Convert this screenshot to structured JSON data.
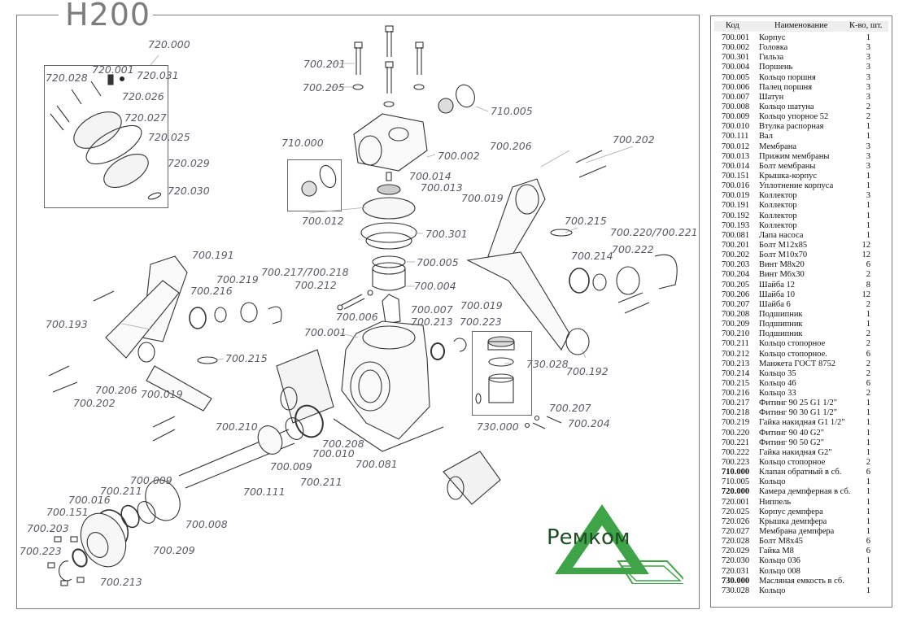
{
  "title": "H200",
  "logo": {
    "text": "Ремком",
    "color": "#3fa348",
    "text_color": "#1f4d25"
  },
  "colors": {
    "frame": "#7a7a7a",
    "label": "#5a5a66",
    "title": "#7d7d7d"
  },
  "table": {
    "headers": {
      "code": "Код",
      "name": "Наименование",
      "qty": "К-во, шт."
    },
    "rows": [
      {
        "code": "700.001",
        "name": "Корпус",
        "qty": "1",
        "bold": false
      },
      {
        "code": "700.002",
        "name": "Головка",
        "qty": "3",
        "bold": false
      },
      {
        "code": "700.301",
        "name": "Гильза",
        "qty": "3",
        "bold": false
      },
      {
        "code": "700.004",
        "name": "Поршень",
        "qty": "3",
        "bold": false
      },
      {
        "code": "700.005",
        "name": "Кольцо поршня",
        "qty": "3",
        "bold": false
      },
      {
        "code": "700.006",
        "name": "Палец поршня",
        "qty": "3",
        "bold": false
      },
      {
        "code": "700.007",
        "name": "Шатун",
        "qty": "3",
        "bold": false
      },
      {
        "code": "700.008",
        "name": "Кольцо шатуна",
        "qty": "2",
        "bold": false
      },
      {
        "code": "700.009",
        "name": "Кольцо упорное 52",
        "qty": "2",
        "bold": false
      },
      {
        "code": "700.010",
        "name": "Втулка распорная",
        "qty": "1",
        "bold": false
      },
      {
        "code": "700.111",
        "name": "Вал",
        "qty": "1",
        "bold": false
      },
      {
        "code": "700.012",
        "name": "Мембрана",
        "qty": "3",
        "bold": false
      },
      {
        "code": "700.013",
        "name": "Прижим мембраны",
        "qty": "3",
        "bold": false
      },
      {
        "code": "700.014",
        "name": "Болт мембраны",
        "qty": "3",
        "bold": false
      },
      {
        "code": "700.151",
        "name": "Крышка-корпус",
        "qty": "1",
        "bold": false
      },
      {
        "code": "700.016",
        "name": "Уплотнение корпуса",
        "qty": "1",
        "bold": false
      },
      {
        "code": "700.019",
        "name": "Коллектор",
        "qty": "3",
        "bold": false
      },
      {
        "code": "700.191",
        "name": "Коллектор",
        "qty": "1",
        "bold": false
      },
      {
        "code": "700.192",
        "name": "Коллектор",
        "qty": "1",
        "bold": false
      },
      {
        "code": "700.193",
        "name": "Коллектор",
        "qty": "1",
        "bold": false
      },
      {
        "code": "700.081",
        "name": "Лапа насоса",
        "qty": "1",
        "bold": false
      },
      {
        "code": "700.201",
        "name": "Болт М12х85",
        "qty": "12",
        "bold": false
      },
      {
        "code": "700.202",
        "name": "Болт М10х70",
        "qty": "12",
        "bold": false
      },
      {
        "code": "700.203",
        "name": "Винт М8х20",
        "qty": "6",
        "bold": false
      },
      {
        "code": "700.204",
        "name": "Винт М6х30",
        "qty": "2",
        "bold": false
      },
      {
        "code": "700.205",
        "name": "Шайба 12",
        "qty": "8",
        "bold": false
      },
      {
        "code": "700.206",
        "name": "Шайба 10",
        "qty": "12",
        "bold": false
      },
      {
        "code": "700.207",
        "name": "Шайба 6",
        "qty": "2",
        "bold": false
      },
      {
        "code": "700.208",
        "name": "Подшипник",
        "qty": "1",
        "bold": false
      },
      {
        "code": "700.209",
        "name": "Подшипник",
        "qty": "1",
        "bold": false
      },
      {
        "code": "700.210",
        "name": "Подшипник",
        "qty": "2",
        "bold": false
      },
      {
        "code": "700.211",
        "name": "Кольцо стопорное",
        "qty": "2",
        "bold": false
      },
      {
        "code": "700.212",
        "name": "Кольцо стопорное.",
        "qty": "6",
        "bold": false
      },
      {
        "code": "700.213",
        "name": "Манжета ГОСТ 8752",
        "qty": "2",
        "bold": false
      },
      {
        "code": "700.214",
        "name": "Кольцо 35",
        "qty": "2",
        "bold": false
      },
      {
        "code": "700.215",
        "name": "Кольцо 46",
        "qty": "6",
        "bold": false
      },
      {
        "code": "700.216",
        "name": "Кольцо 33",
        "qty": "2",
        "bold": false
      },
      {
        "code": "700.217",
        "name": "Фитинг 90 25 G1 1/2\"",
        "qty": "1",
        "bold": false
      },
      {
        "code": "700.218",
        "name": "Фитинг 90 30 G1 1/2\"",
        "qty": "1",
        "bold": false
      },
      {
        "code": "700.219",
        "name": "Гайка накидная G1 1/2\"",
        "qty": "1",
        "bold": false
      },
      {
        "code": "700.220",
        "name": "Фитинг 90 40 G2\"",
        "qty": "1",
        "bold": false
      },
      {
        "code": "700.221",
        "name": "Фитинг 90 50 G2\"",
        "qty": "1",
        "bold": false
      },
      {
        "code": "700.222",
        "name": "Гайка накидная G2\"",
        "qty": "1",
        "bold": false
      },
      {
        "code": "700.223",
        "name": "Кольцо стопорное",
        "qty": "2",
        "bold": false
      },
      {
        "code": "710.000",
        "name": "Клапан обратный в сб.",
        "qty": "6",
        "bold": true
      },
      {
        "code": "710.005",
        "name": "Кольцо",
        "qty": "1",
        "bold": false
      },
      {
        "code": "720.000",
        "name": "Камера демпферная в сб.",
        "qty": "1",
        "bold": true
      },
      {
        "code": "720.001",
        "name": "Ниппель",
        "qty": "1",
        "bold": false
      },
      {
        "code": "720.025",
        "name": "Корпус демпфера",
        "qty": "1",
        "bold": false
      },
      {
        "code": "720.026",
        "name": "Крышка демпфера",
        "qty": "1",
        "bold": false
      },
      {
        "code": "720.027",
        "name": "Мембрана демпфера",
        "qty": "1",
        "bold": false
      },
      {
        "code": "720.028",
        "name": "Болт М8х45",
        "qty": "6",
        "bold": false
      },
      {
        "code": "720.029",
        "name": "Гайка М8",
        "qty": "6",
        "bold": false
      },
      {
        "code": "720.030",
        "name": "Кольцо 036",
        "qty": "1",
        "bold": false
      },
      {
        "code": "720.031",
        "name": "Кольцо 008",
        "qty": "1",
        "bold": false
      },
      {
        "code": "730.000",
        "name": "Масляная емкость в сб.",
        "qty": "1",
        "bold": true
      },
      {
        "code": "730.028",
        "name": "Кольцо",
        "qty": "1",
        "bold": false
      }
    ]
  },
  "callouts": [
    "720.000",
    "720.001",
    "720.031",
    "720.028",
    "720.026",
    "720.027",
    "720.025",
    "720.029",
    "720.030",
    "700.201",
    "700.205",
    "710.005",
    "710.000",
    "700.002",
    "700.014",
    "700.013",
    "700.012",
    "700.301",
    "700.005",
    "700.004",
    "700.206",
    "700.202",
    "700.019",
    "700.215",
    "700.220/700.221",
    "700.222",
    "700.214",
    "700.191",
    "700.216",
    "700.219",
    "700.217/700.218",
    "700.212",
    "700.006",
    "700.193",
    "700.215",
    "700.007",
    "700.001",
    "700.213",
    "700.223",
    "700.019",
    "730.028",
    "700.192",
    "700.206",
    "700.202",
    "700.019",
    "700.210",
    "700.208",
    "700.010",
    "700.009",
    "700.211",
    "700.081",
    "730.000",
    "700.207",
    "700.204",
    "700.111",
    "700.009",
    "700.211",
    "700.016",
    "700.151",
    "700.008",
    "700.203",
    "700.209",
    "700.223",
    "700.213"
  ]
}
